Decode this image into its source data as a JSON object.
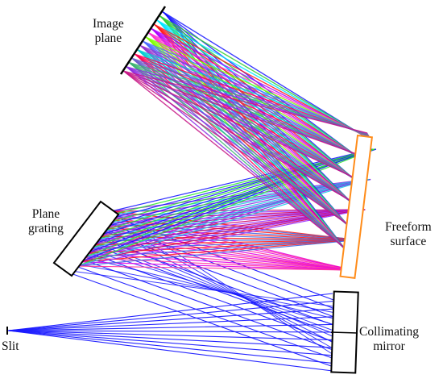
{
  "diagram": {
    "colors": {
      "grating_to_freeform": [
        "#1a1aff",
        "#8a2be2",
        "#cc0066",
        "#ff1a1a",
        "#e600e6",
        "#2eea2e",
        "#1ec8e6",
        "#9b30ff",
        "#4169e1",
        "#ff3399"
      ],
      "image_bundle": [
        "#1a1aff",
        "#32cd32",
        "#00e5ff",
        "#ff1a1a",
        "#b000ff",
        "#ff33cc",
        "#7fff00",
        "#4b6bff",
        "#9932cc",
        "#00ced1",
        "#ff0055",
        "#6a5acd",
        "#3cb371",
        "#8a2be2",
        "#c71585"
      ],
      "slit_rays": "#1a1aff",
      "grating_to_mirror": "#1a1aff",
      "freeform_outline": "#ff8c1a",
      "component_outline": "#000000"
    },
    "labels": {
      "image_plane": [
        "Image",
        "plane"
      ],
      "plane_grating": [
        "Plane",
        "grating"
      ],
      "freeform_surface": [
        "Freeform",
        "surface"
      ],
      "collimating_mirror": [
        "Collimating",
        "mirror"
      ],
      "slit": "Slit"
    }
  }
}
